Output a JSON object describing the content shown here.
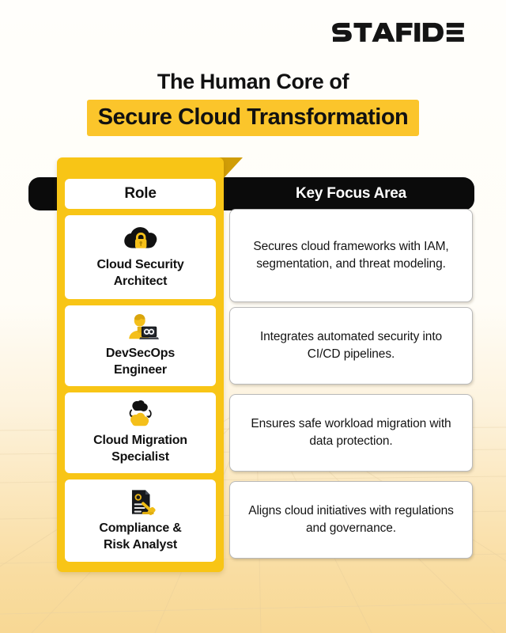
{
  "brand": {
    "logo_text": "STAFIDE",
    "accent_yellow": "#f8c516",
    "highlight_yellow": "#fbc52b",
    "ink_black": "#0b0b0b"
  },
  "title": {
    "line1": "The Human Core of",
    "line2": "Secure Cloud Transformation"
  },
  "table": {
    "headers": {
      "role": "Role",
      "focus": "Key Focus Area"
    },
    "rows": [
      {
        "icon": "cloud-lock-icon",
        "role": "Cloud Security\nArchitect",
        "role_line1": "Cloud Security",
        "role_line2": "Architect",
        "focus": "Secures cloud frameworks with IAM, segmentation, and threat modeling."
      },
      {
        "icon": "developer-laptop-infinity-icon",
        "role": "DevSecOps\nEngineer",
        "role_line1": "DevSecOps",
        "role_line2": "Engineer",
        "focus": "Integrates automated security into CI/CD pipelines."
      },
      {
        "icon": "cloud-migration-arrows-icon",
        "role": "Cloud Migration\nSpecialist",
        "role_line1": "Cloud Migration",
        "role_line2": "Specialist",
        "focus": "Ensures safe workload migration with data protection."
      },
      {
        "icon": "document-gavel-icon",
        "role": "Compliance &\nRisk Analyst",
        "role_line1": "Compliance &",
        "role_line2": "Risk Analyst",
        "focus": "Aligns cloud initiatives with regulations and governance."
      }
    ]
  }
}
